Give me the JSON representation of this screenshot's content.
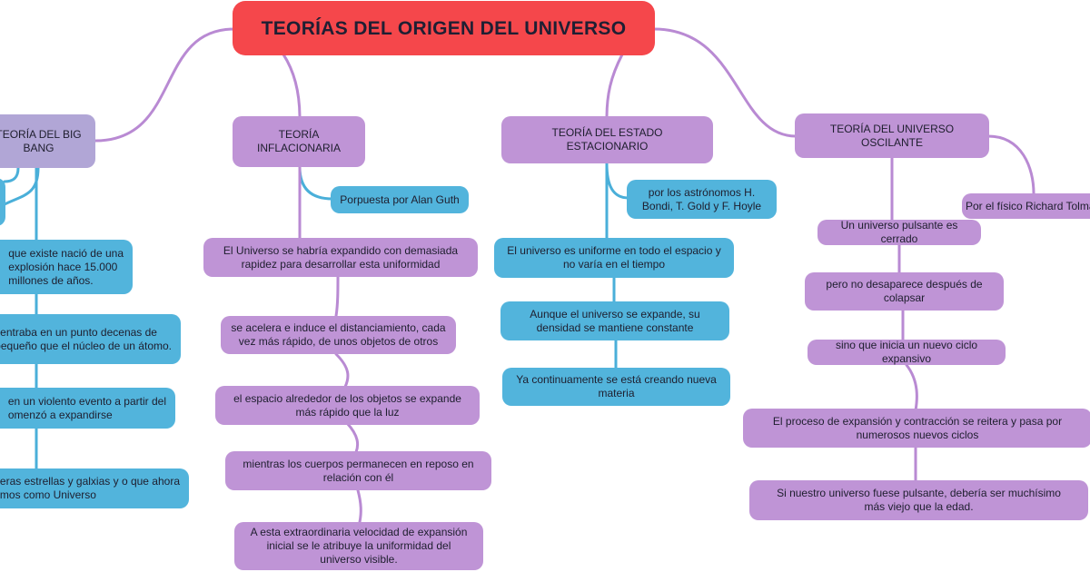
{
  "colors": {
    "root": "#f5474b",
    "violet": "#bf94d6",
    "lavender": "#b1a6d6",
    "blue": "#52b4dc",
    "line_violet": "#b98ad3",
    "line_blue": "#4aafd9"
  },
  "root": {
    "title": "TEORÍAS DEL ORIGEN DEL UNIVERSO"
  },
  "big_bang": {
    "title": "TEORÍA DEL BIG\nBANG",
    "items": [
      "que existe nació de una\nexplosión hace 15.000\nmillones de años.",
      "centraba en un punto decenas de\npequeño que el núcleo de un átomo.",
      "en un violento evento a partir del\nomenzó a expandirse",
      "neras estrellas y galxias y o que ahora\nemos como Universo"
    ]
  },
  "inflacionaria": {
    "title": "TEORÍA INFLACIONARIA",
    "author": "Porpuesta por Alan Guth",
    "items": [
      "El Universo se habría expandido con demasiada\nrapidez para desarrollar esta uniformidad",
      "se acelera e induce el distanciamiento, cada\nvez más rápido, de unos objetos de otros",
      "el espacio alrededor de los objetos se expande\nmás rápido que la luz",
      "mientras los cuerpos permanecen en reposo en\nrelación con él",
      "A esta extraordinaria velocidad de expansión\ninicial se le atribuye la uniformidad del\nuniverso visible."
    ]
  },
  "estacionario": {
    "title": "TEORÍA DEL ESTADO ESTACIONARIO",
    "author": "por los astrónomos H.\nBondi, T. Gold y F. Hoyle",
    "items": [
      "El universo es uniforme en todo el espacio y\nno varía en el tiempo",
      "Aunque el universo se expande, su\ndensidad se mantiene constante",
      "Ya continuamente se está creando nueva\nmateria"
    ]
  },
  "oscilante": {
    "title": "TEORÍA DEL UNIVERSO OSCILANTE",
    "author": "Por el físico Richard Tolma",
    "items": [
      "Un universo pulsante es cerrado",
      "pero no desaparece después de\ncolapsar",
      "sino que inicia un nuevo ciclo expansivo",
      "El proceso de expansión y contracción se reitera y pasa por\nnumerosos nuevos ciclos",
      "Si nuestro universo fuese pulsante, debería ser muchísimo\nmás viejo que la edad."
    ]
  }
}
